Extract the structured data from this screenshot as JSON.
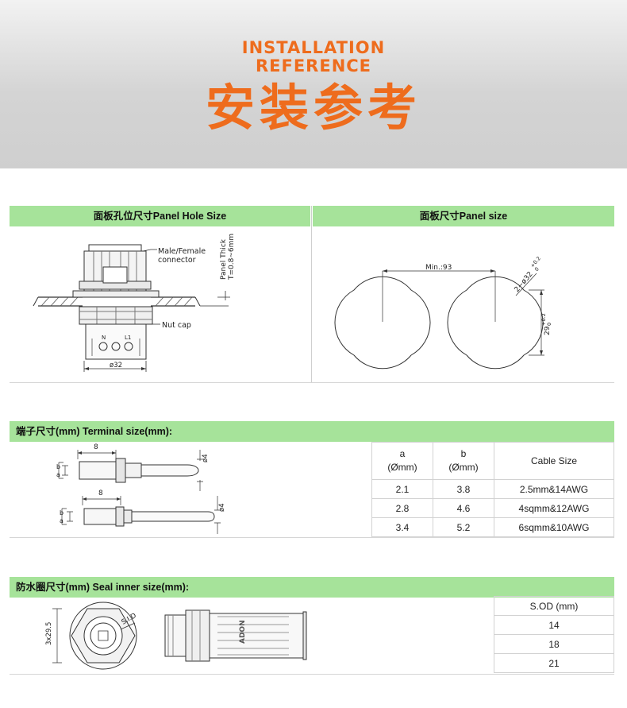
{
  "banner": {
    "title_en_line1": "INSTALLATION",
    "title_en_line2": "REFERENCE",
    "title_cn": "安装参考"
  },
  "colors": {
    "accent_orange": "#ee6c1d",
    "header_green": "#a6e39a"
  },
  "panel_section": {
    "hole_size_header": "面板孔位尺寸Panel Hole Size",
    "panel_size_header": "面板尺寸Panel size",
    "hole_drawing": {
      "connector_label_line1": "Male/Female",
      "connector_label_line2": "connector",
      "thick_label_line1": "Panel Thick",
      "thick_label_line2": "T=0.8~6mm",
      "nut_label": "Nut cap",
      "width_dim": "ø32",
      "pin_n": "N",
      "pin_l1": "L1"
    },
    "size_drawing": {
      "min_dim": "Min.:93",
      "hole_dim": "2~ø32",
      "hole_tol_plus": "+0.2",
      "hole_tol_minus": "0",
      "height_dim": "29",
      "height_tol_plus": "+0.2",
      "height_tol_minus": "0"
    }
  },
  "terminal_section": {
    "header": "端子尺寸(mm) Terminal size(mm):",
    "drawing": {
      "len_dim_1": "8",
      "len_dim_2": "8",
      "dia_dim_1": "ø4",
      "dia_dim_2": "ø4",
      "a_label_1": "a",
      "b_label_1": "b",
      "a_label_2": "a",
      "b_label_2": "b"
    },
    "table": {
      "col_a_line1": "a",
      "col_a_line2": "(Ømm)",
      "col_b_line1": "b",
      "col_b_line2": "(Ømm)",
      "col_cable": "Cable Size",
      "rows": [
        {
          "a": "2.1",
          "b": "3.8",
          "cable": "2.5mm&14AWG"
        },
        {
          "a": "2.8",
          "b": "4.6",
          "cable": "4sqmm&12AWG"
        },
        {
          "a": "3.4",
          "b": "5.2",
          "cable": "6sqmm&10AWG"
        }
      ]
    }
  },
  "seal_section": {
    "header": "防水圈尺寸(mm) Seal inner size(mm):",
    "drawing": {
      "side_dim": "3x29.5",
      "sod_dim": "S.I.D",
      "brand_mark": "ADON"
    },
    "table": {
      "col_sod": "S.OD (mm)",
      "rows": [
        "14",
        "18",
        "21"
      ]
    }
  }
}
